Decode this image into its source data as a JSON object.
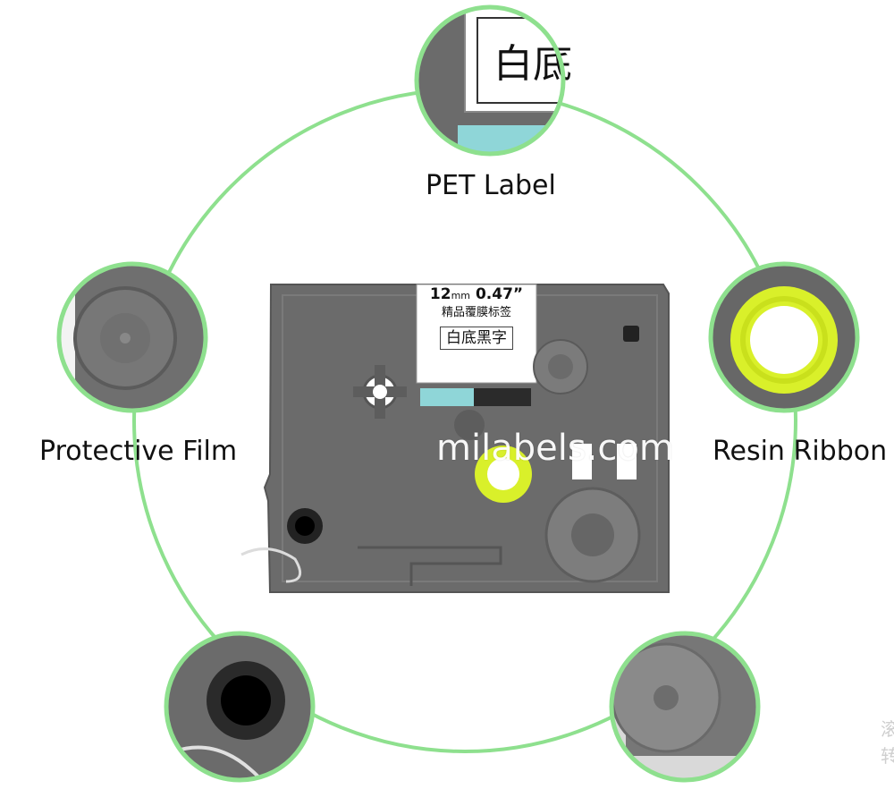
{
  "callouts": {
    "pet_label": "PET Label",
    "protective_film": "Protective Film",
    "resin_ribbon": "Resin Ribbon"
  },
  "watermark": "milabels.com",
  "cassette_label": {
    "size_main": "12",
    "size_unit": "mm",
    "size_inch": "0.47”",
    "subtitle": "精品覆膜标签",
    "boxed_text": "白底黑字"
  },
  "detail_label_text": "白底",
  "edge_chars": [
    "滚",
    "转"
  ],
  "colors": {
    "ring_green": "#8ee08e",
    "cassette_gray": "#6b6b6b",
    "spool_yellow": "#d9f02a",
    "window_teal": "#8fd6d8"
  }
}
